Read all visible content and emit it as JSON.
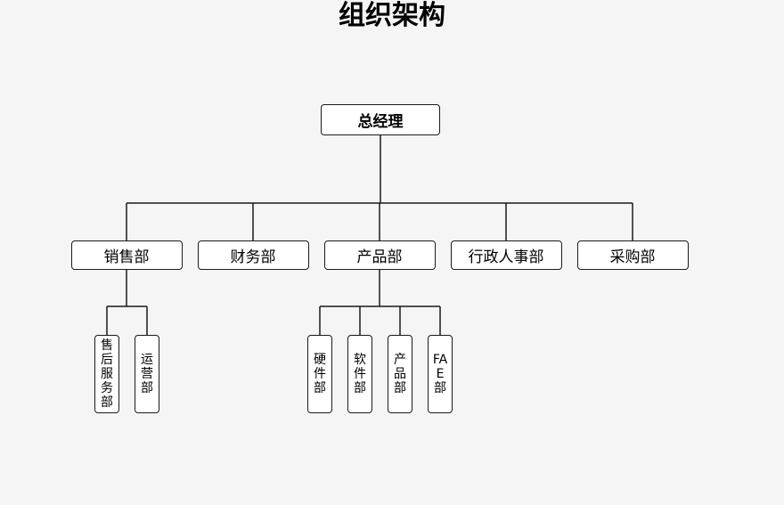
{
  "title": "组织架构",
  "colors": {
    "line": "#1a1a1a",
    "box_fill": "#ffffff",
    "background": "#f5f5f5"
  },
  "root": {
    "label": "总经理"
  },
  "departments": [
    {
      "id": "sales",
      "label": "销售部",
      "children": [
        {
          "label": "售后服务部"
        },
        {
          "label": "运营部"
        }
      ]
    },
    {
      "id": "finance",
      "label": "财务部",
      "children": []
    },
    {
      "id": "product",
      "label": "产品部",
      "children": [
        {
          "label": "硬件部"
        },
        {
          "label": "软件部"
        },
        {
          "label": "产品部"
        },
        {
          "label": "FAE部"
        }
      ]
    },
    {
      "id": "admin",
      "label": "行政人事部",
      "children": []
    },
    {
      "id": "purchasing",
      "label": "采购部",
      "children": []
    }
  ]
}
